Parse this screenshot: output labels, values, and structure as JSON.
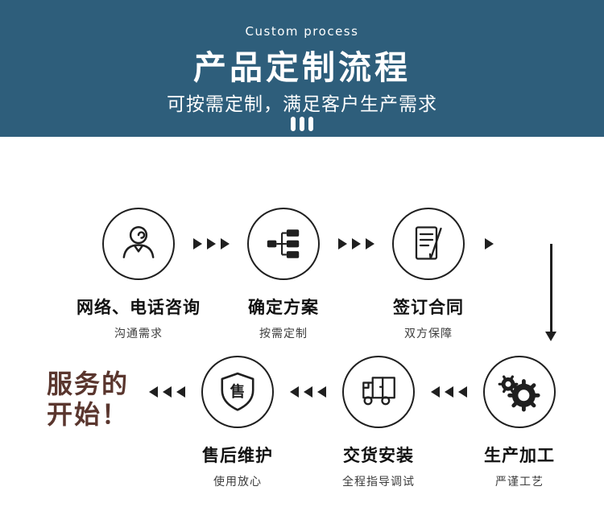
{
  "header": {
    "tagline": "Custom process",
    "title": "产品定制流程",
    "subtitle": "可按需定制，满足客户生产需求",
    "bg_color": "#2e5e7b",
    "text_color": "#ffffff",
    "decoration": "three-vertical-bars"
  },
  "flow": {
    "row1": [
      {
        "icon": "customer-service-icon",
        "label": "网络、电话咨询",
        "sublabel": "沟通需求"
      },
      {
        "icon": "solution-flowchart-icon",
        "label": "确定方案",
        "sublabel": "按需定制"
      },
      {
        "icon": "contract-signing-icon",
        "label": "签订合同",
        "sublabel": "双方保障"
      }
    ],
    "row2": [
      {
        "icon": "after-sales-shield-icon",
        "icon_text": "售",
        "label": "售后维护",
        "sublabel": "使用放心"
      },
      {
        "icon": "delivery-truck-icon",
        "label": "交货安装",
        "sublabel": "全程指导调试"
      },
      {
        "icon": "production-gears-icon",
        "label": "生产加工",
        "sublabel": "严谨工艺"
      }
    ],
    "service_start": {
      "line1": "服务的",
      "line2": "开始！",
      "color": "#5a362e"
    },
    "ink_color": "#1f1f1f"
  }
}
